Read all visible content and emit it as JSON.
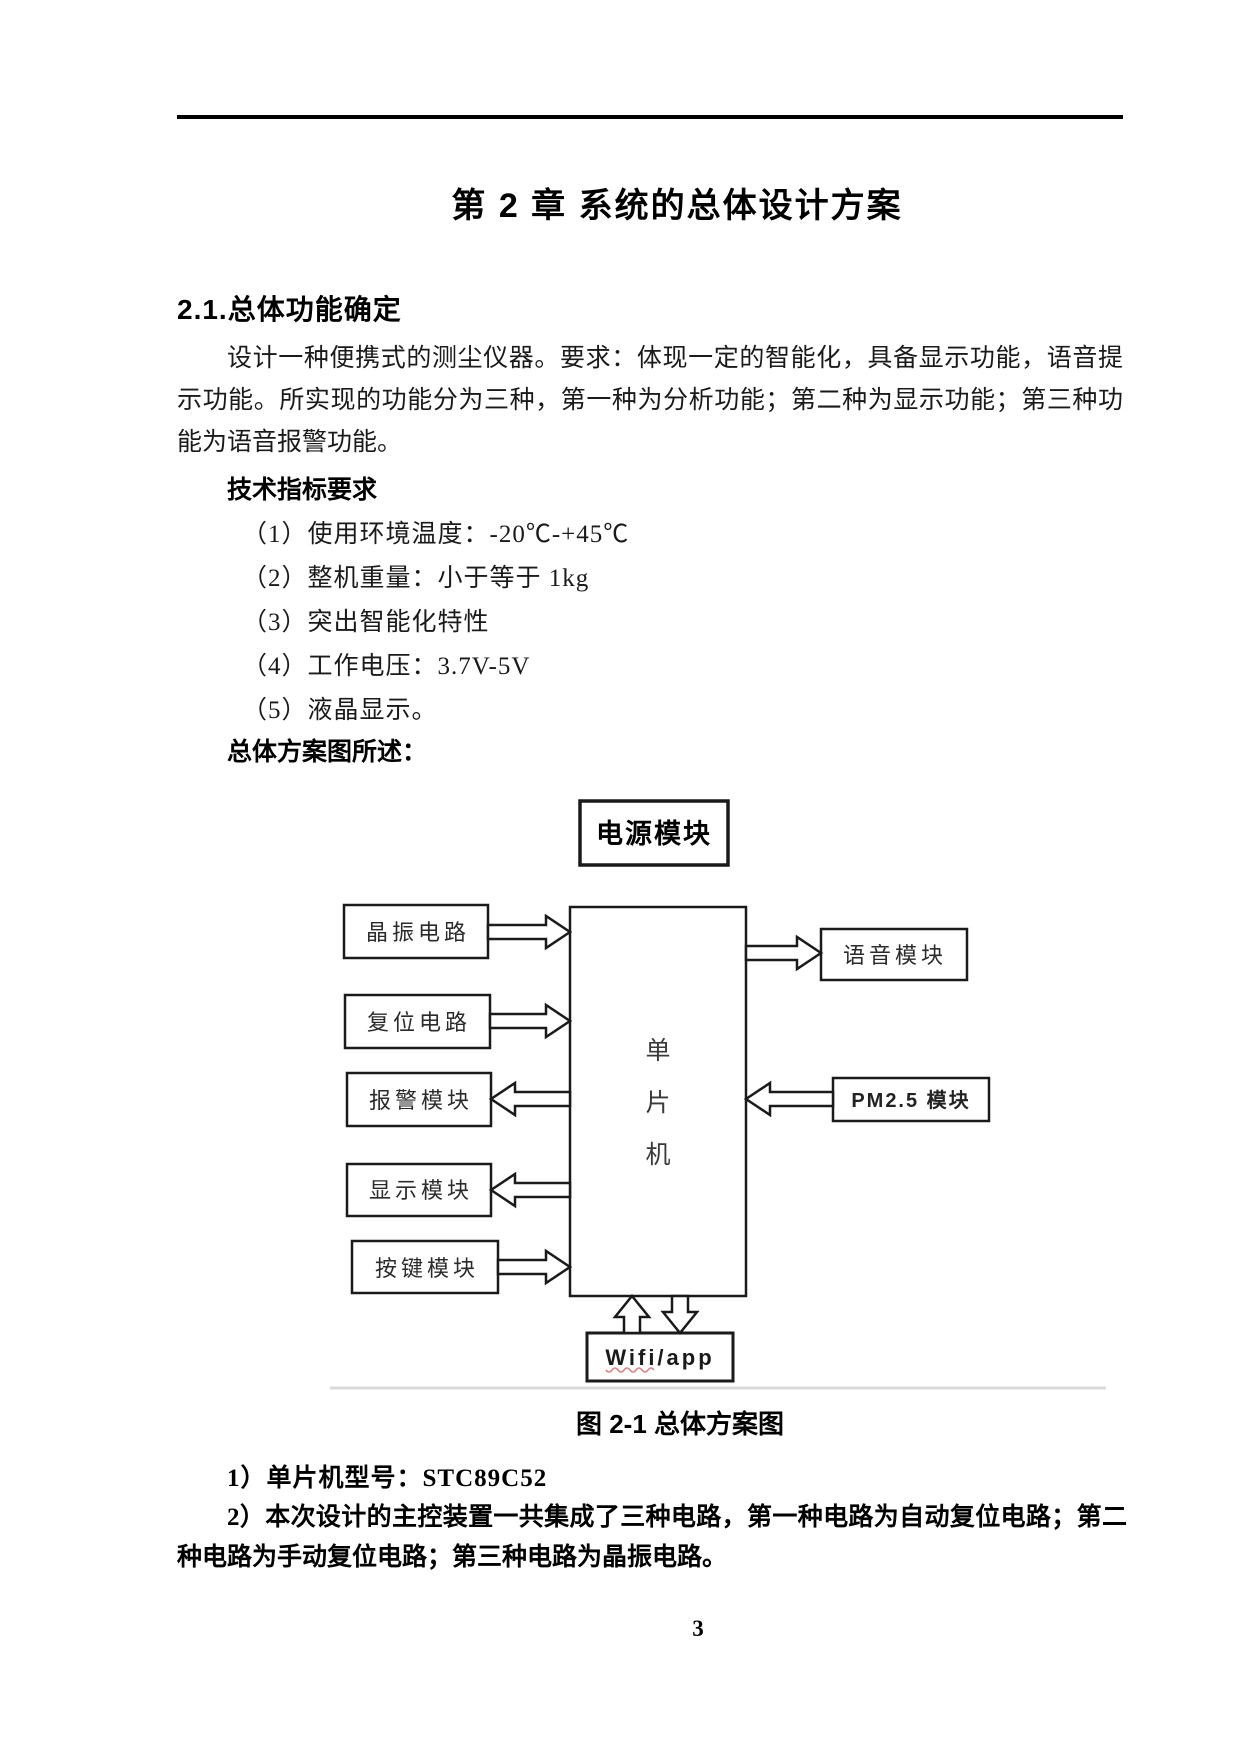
{
  "page": {
    "chapter_title": "第 2 章 系统的总体设计方案",
    "section_heading": "2.1.总体功能确定",
    "paragraph1": "设计一种便携式的测尘仪器。要求：体现一定的智能化，具备显示功能，语音提示功能。所实现的功能分为三种，第一种为分析功能；第二种为显示功能；第三种功能为语音报警功能。",
    "spec_heading": "技术指标要求",
    "spec_items": [
      "（1）使用环境温度：-20℃-+45℃",
      "（2）整机重量：小于等于 1kg",
      "（3）突出智能化特性",
      "（4）工作电压：3.7V-5V",
      "（5）液晶显示。"
    ],
    "figure_intro": "总体方案图所述：",
    "figure_caption": "图 2-1 总体方案图",
    "note1": "1）单片机型号：STC89C52",
    "note2": "2）本次设计的主控装置一共集成了三种电路，第一种电路为自动复位电路；第二种电路为手动复位电路；第三种电路为晶振电路。",
    "page_number": "3"
  },
  "diagram": {
    "power_module": "电源模块",
    "mcu_chars": [
      "单",
      "片",
      "机"
    ],
    "left_modules": [
      "晶振电路",
      "复位电路",
      "报警模块",
      "显示模块",
      "按键模块"
    ],
    "voice_module": "语音模块",
    "pm25_module": "PM2.5 模块",
    "wifi_module": "Wifi/app"
  }
}
